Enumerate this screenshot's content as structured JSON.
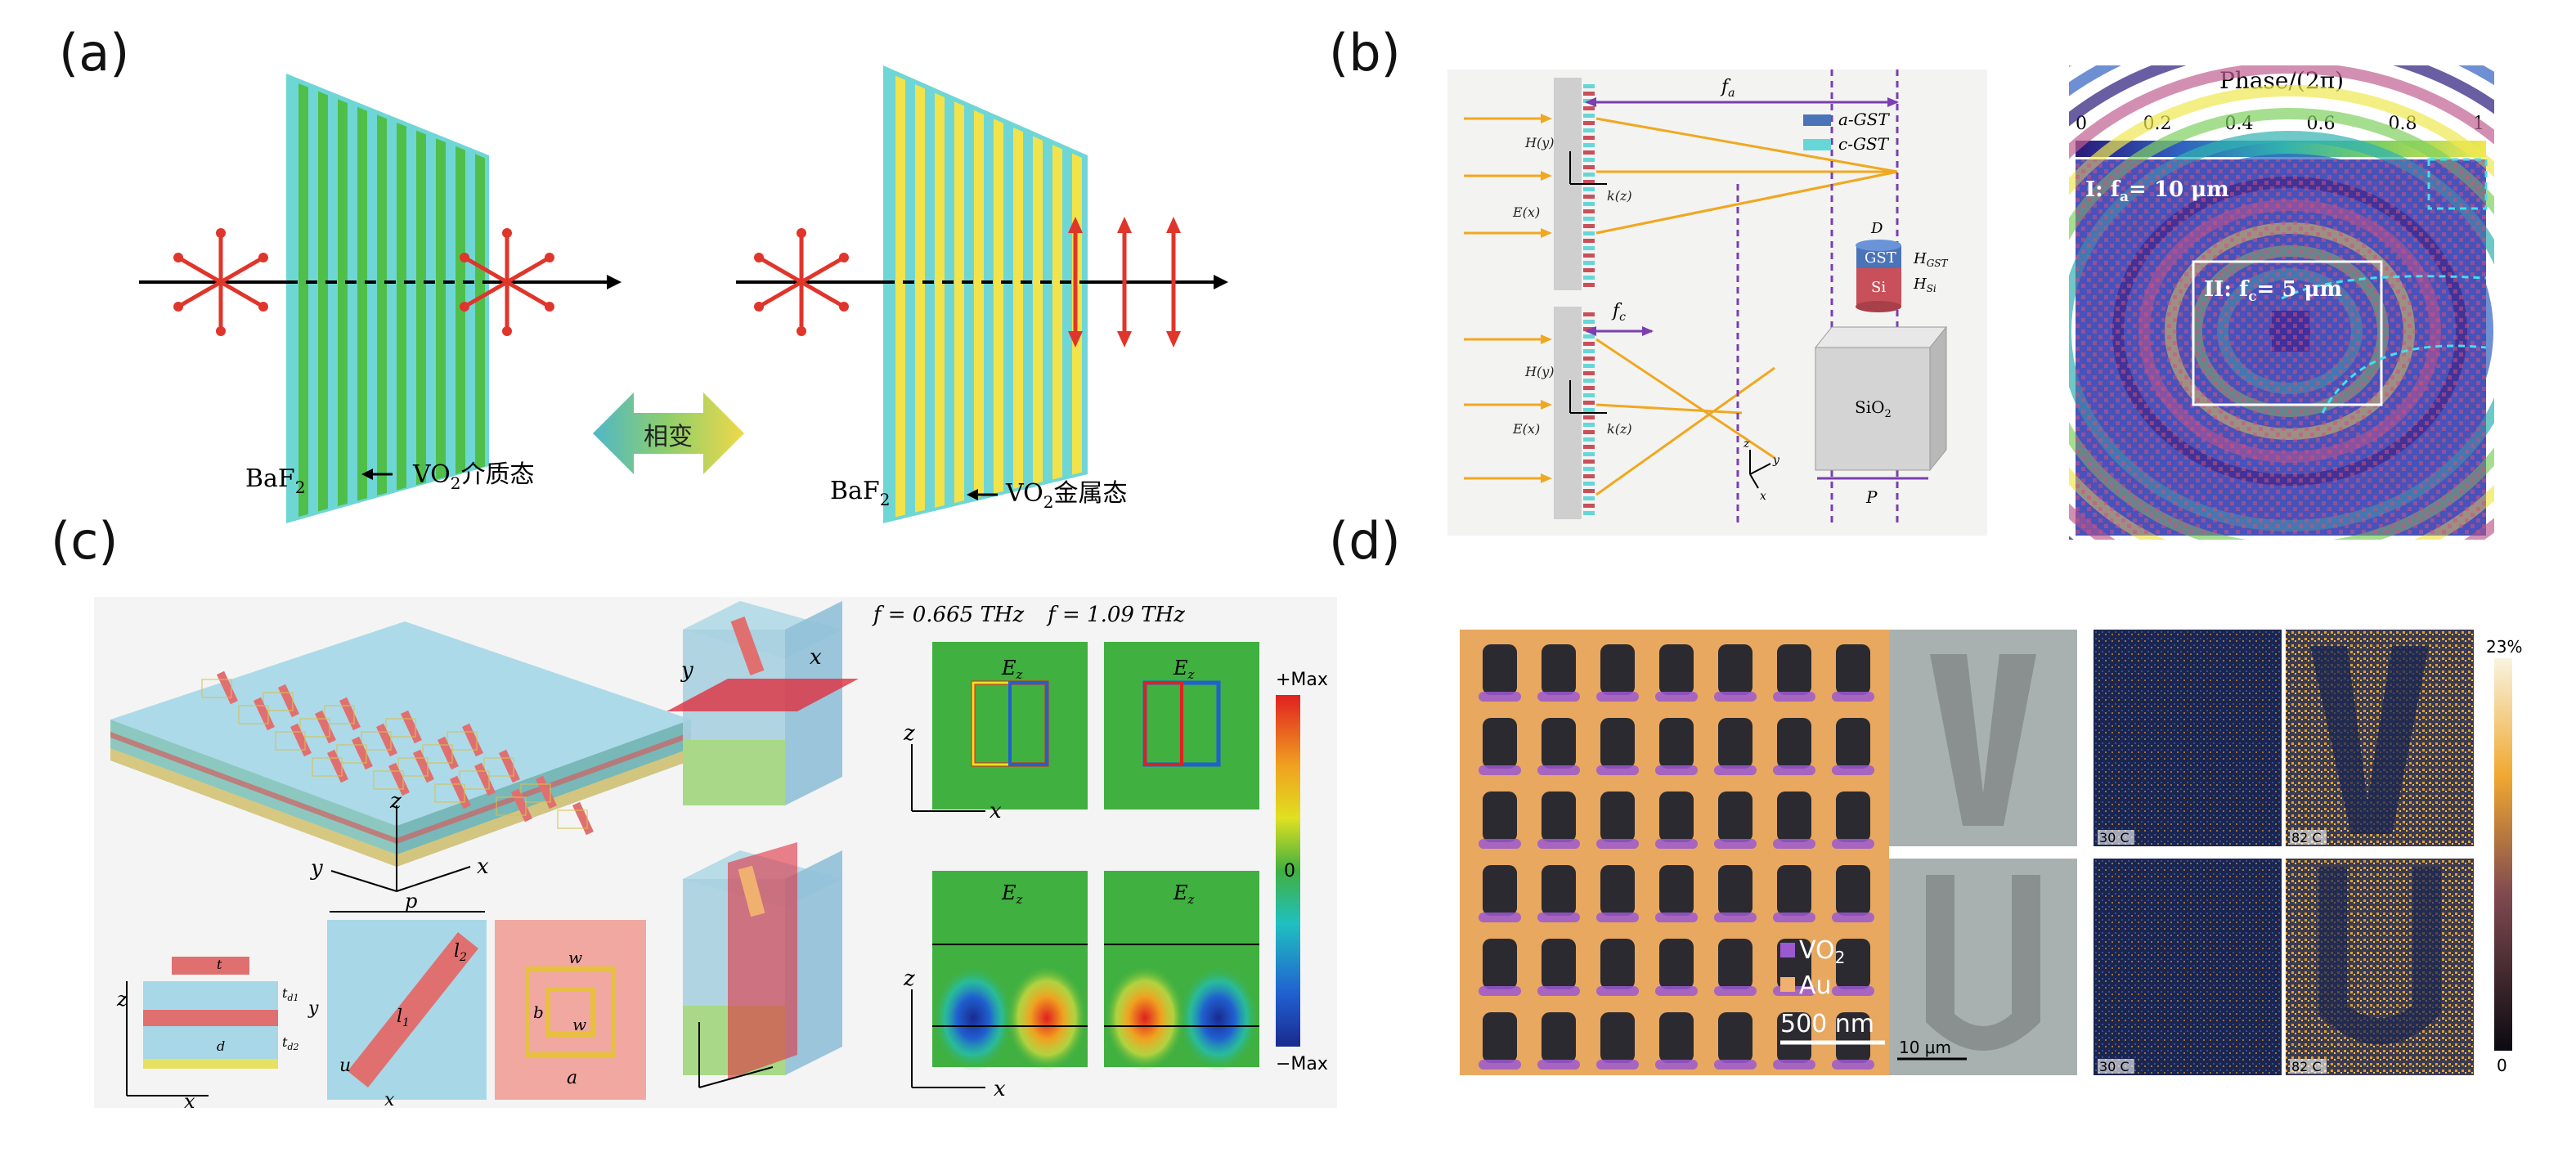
{
  "figure": {
    "panel_labels": [
      "(a)",
      "(b)",
      "(c)",
      "(d)"
    ]
  },
  "panel_a": {
    "left_substrate": "BaF",
    "left_substrate_sub": "2",
    "left_state_prefix": "VO",
    "left_state_sub": "2",
    "left_state_suffix": "介质态",
    "phase_change": "相变",
    "right_substrate": "BaF",
    "right_substrate_sub": "2",
    "right_state_prefix": "VO",
    "right_state_sub": "2",
    "right_state_suffix": "金属态",
    "colors": {
      "stripe_green": "#4fbf4a",
      "stripe_cyan": "#5fd3d3",
      "stripe_yellow": "#f2e34a",
      "arrow_red": "#e0352b"
    }
  },
  "panel_b": {
    "focal_top": "f",
    "focal_top_sub": "a",
    "focal_bottom": "f",
    "focal_bottom_sub": "c",
    "field_h": "H(y)",
    "field_e": "E(x)",
    "field_k": "k(z)",
    "legend_a": "a-GST",
    "legend_c": "c-GST",
    "unit_d": "D",
    "unit_gst": "GST",
    "unit_si": "Si",
    "unit_h_gst": "H",
    "unit_h_gst_sub": "GST",
    "unit_h_si": "H",
    "unit_h_si_sub": "Si",
    "unit_sio2": "SiO",
    "unit_sio2_sub": "2",
    "unit_p": "P",
    "axis_z": "z",
    "axis_y": "y",
    "axis_x": "x",
    "colorbar_title": "Phase/(2π)",
    "colorbar_ticks": [
      "0",
      "0.2",
      "0.4",
      "0.6",
      "0.8",
      "1"
    ],
    "region_1": "I: f",
    "region_1_sub": "a",
    "region_1_val": "= 10 μm",
    "region_2": "II: f",
    "region_2_sub": "c",
    "region_2_val": "= 5 μm",
    "colors": {
      "a_gst": "#4a73b8",
      "c_gst": "#67d6d6",
      "si": "#c8505a",
      "arrow": "#f0a820",
      "focal": "#7a3fb0"
    }
  },
  "panel_c": {
    "freq_1": "f = 0.665 THz",
    "freq_2": "f = 1.09 THz",
    "field_top_1": "E",
    "field_top_1_sub": "z",
    "field_top_2": "E",
    "field_top_2_sub": "z",
    "field_bot_1": "E",
    "field_bot_1_sub": "z",
    "field_bot_2": "E",
    "field_bot_2_sub": "z",
    "colorbar_max": "+Max",
    "colorbar_zero": "0",
    "colorbar_min": "−Max",
    "axis_z": "z",
    "axis_y": "y",
    "axis_x": "x",
    "dim_p": "p",
    "dim_l1": "l",
    "dim_l1_sub": "1",
    "dim_l2": "l",
    "dim_l2_sub": "2",
    "dim_u": "u",
    "dim_w": "w",
    "dim_b": "b",
    "dim_a": "a",
    "dim_t": "t",
    "dim_d": "d",
    "dim_td1": "t",
    "dim_td1_sub": "d1",
    "dim_td2": "t",
    "dim_td2_sub": "d2"
  },
  "panel_d": {
    "legend_vo2": "VO",
    "legend_vo2_sub": "2",
    "legend_au": "Au",
    "scale_1": "500 nm",
    "scale_2": "10 μm",
    "temp_1": "30 C",
    "temp_2": "82 C",
    "temp_3": "30 C",
    "temp_4": "82 C",
    "colorbar_max": "23%",
    "colorbar_min": "0",
    "colors": {
      "vo2": "#9b59d0",
      "au": "#f0b070"
    }
  }
}
